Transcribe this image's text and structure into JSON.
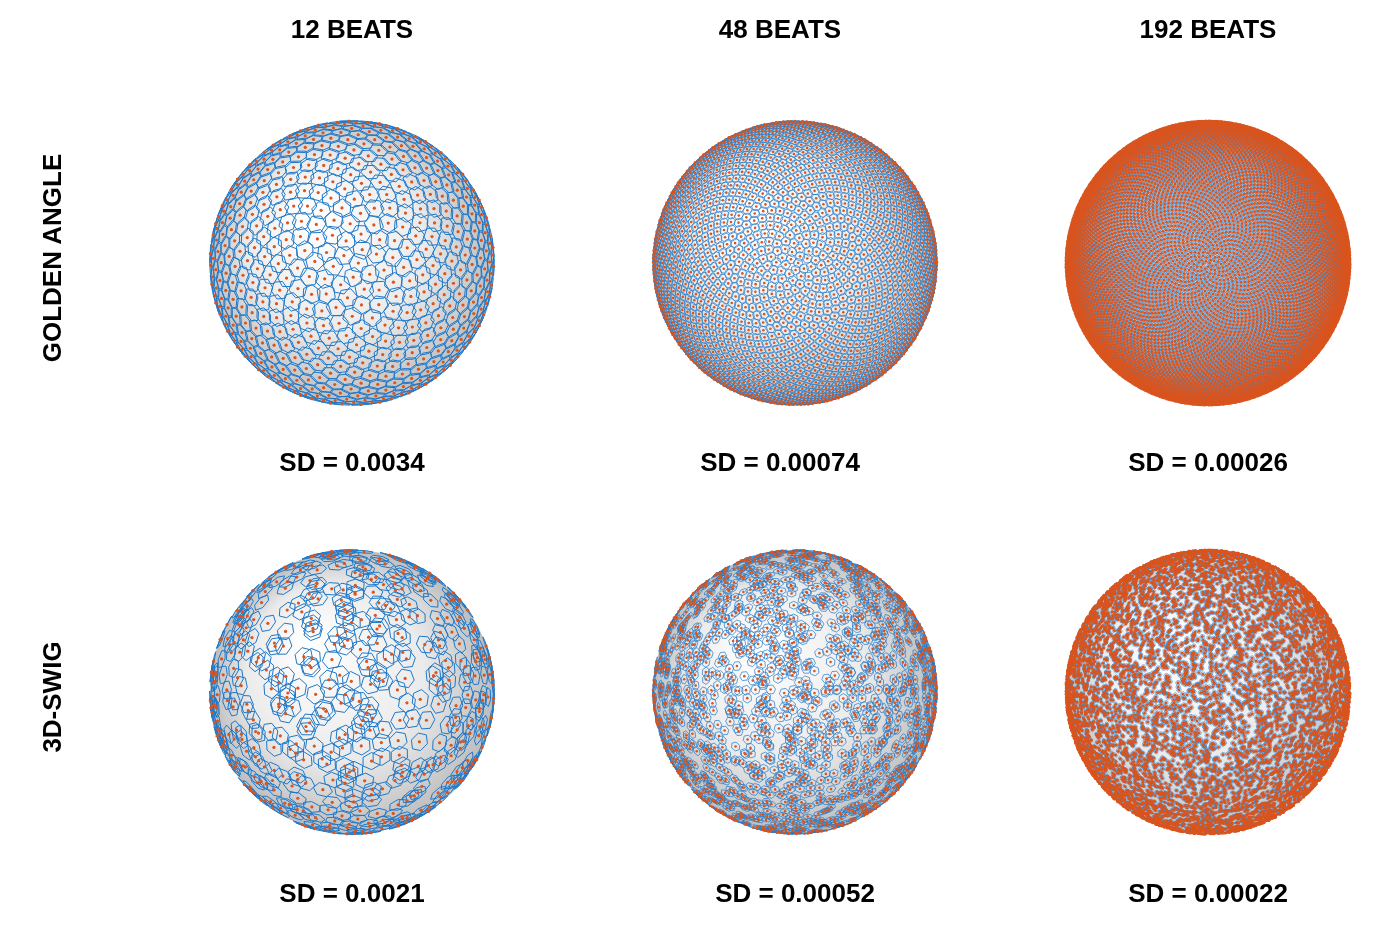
{
  "diagram": {
    "labels": [
      "12 BEATS",
      "48 BEATS",
      "192 BEATS",
      "GOLDEN ANGLE",
      "SD = 0.0034",
      "SD = 0.00074",
      "SD = 0.00026",
      "3D-SWIG",
      "SD = 0.0021",
      "SD = 0.00052",
      "SD = 0.00022"
    ]
  }
}
